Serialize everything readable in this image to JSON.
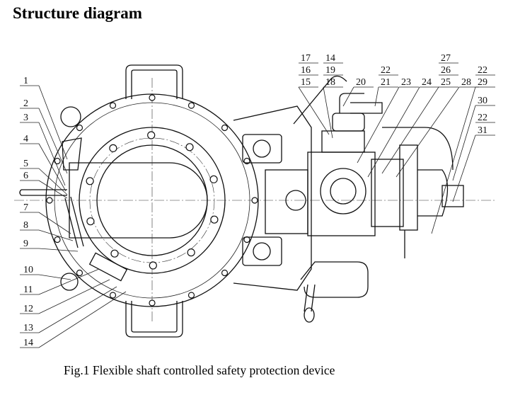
{
  "title": "Structure diagram",
  "caption": "Fig.1 Flexible shaft controlled safety protection device",
  "left_callouts": [
    "1",
    "2",
    "3",
    "4",
    "5",
    "6",
    "7",
    "8",
    "9",
    "10",
    "11",
    "12",
    "13",
    "14"
  ],
  "top_callouts": [
    "17",
    "16",
    "15",
    "14",
    "19",
    "18",
    "20",
    "22",
    "21",
    "23",
    "24",
    "27",
    "26",
    "25",
    "28",
    "22",
    "29",
    "30",
    "22",
    "31"
  ]
}
